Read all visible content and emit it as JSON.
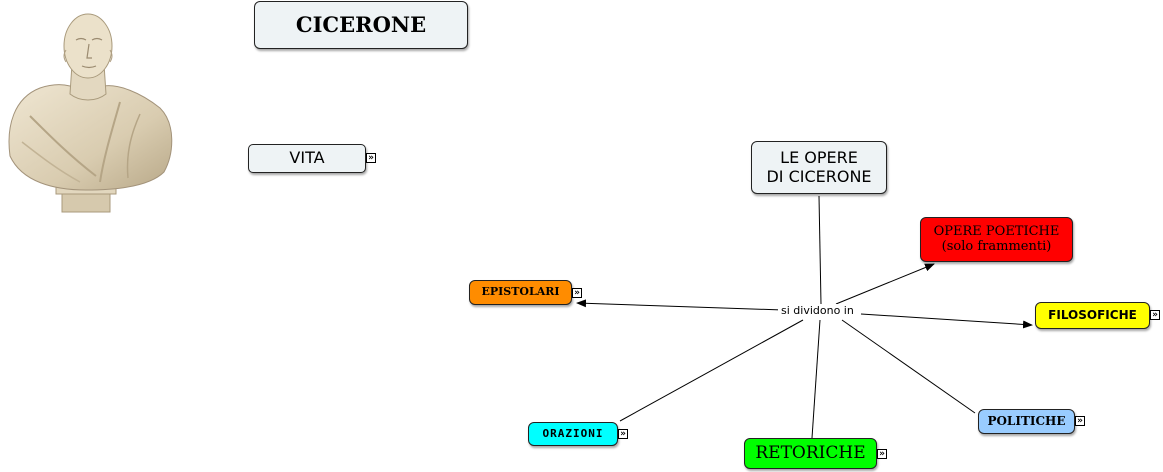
{
  "title": "CICERONE",
  "vita": "VITA",
  "center": "LE OPERE\nDI CICERONE",
  "link_label": "si dividono in",
  "categories": {
    "opere_poetiche": "OPERE POETICHE\n(solo frammenti)",
    "epistolari": "EPISTOLARI",
    "filosofiche": "FILOSOFICHE",
    "orazioni": "ORAZIONI",
    "retoriche": "RETORICHE",
    "politiche": "POLITICHE"
  },
  "expand_glyph": "»",
  "colors": {
    "opere_poetiche": "#ff0000",
    "epistolari": "#ff8c00",
    "filosofiche": "#ffff00",
    "orazioni": "#00ffff",
    "retoriche": "#00ff00",
    "politiche": "#99ccff",
    "title_box": "#eef3f5"
  },
  "icons": [
    "bust-illustration",
    "expand-icon"
  ]
}
